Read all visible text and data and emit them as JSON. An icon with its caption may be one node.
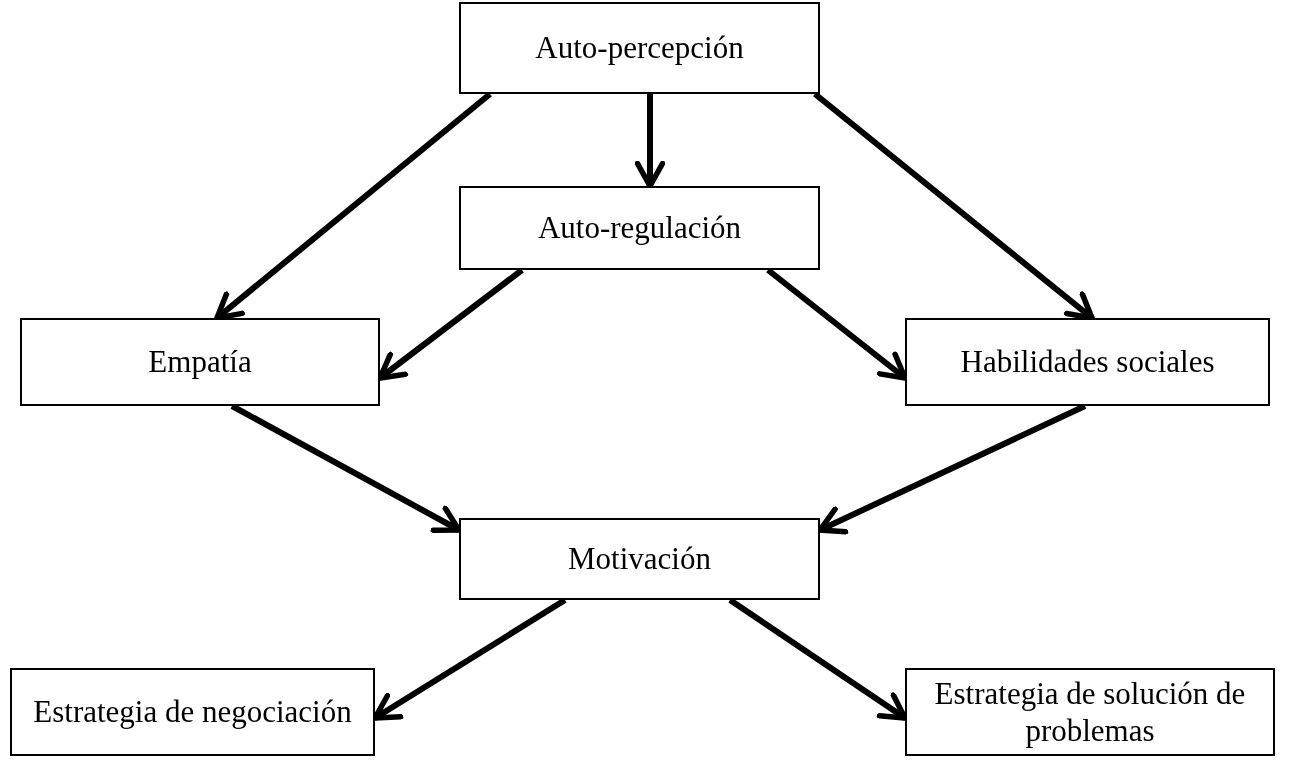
{
  "diagram": {
    "nodes": [
      {
        "text": [
          "Auto-percepción"
        ]
      },
      {
        "text": [
          "Auto-regulación"
        ]
      },
      {
        "text": [
          "Empatía"
        ]
      },
      {
        "text": [
          "Habilidades sociales"
        ]
      },
      {
        "text": [
          "Motivación"
        ]
      },
      {
        "text": [
          "Estrategia de negociación"
        ]
      },
      {
        "text": [
          "Estrategia de solución de problemas"
        ]
      }
    ],
    "edges": [
      {
        "from": 0,
        "to": 2,
        "arrow": "to"
      },
      {
        "from": 0,
        "to": 1,
        "arrow": "to"
      },
      {
        "from": 0,
        "to": 3,
        "arrow": "to"
      },
      {
        "from": 1,
        "to": 2,
        "arrow": "to"
      },
      {
        "from": 1,
        "to": 3,
        "arrow": "to"
      },
      {
        "from": 2,
        "to": 4,
        "arrow": "to"
      },
      {
        "from": 3,
        "to": 4,
        "arrow": "to"
      },
      {
        "from": 4,
        "to": 5,
        "arrow": "to"
      },
      {
        "from": 4,
        "to": 6,
        "arrow": "to"
      }
    ]
  }
}
